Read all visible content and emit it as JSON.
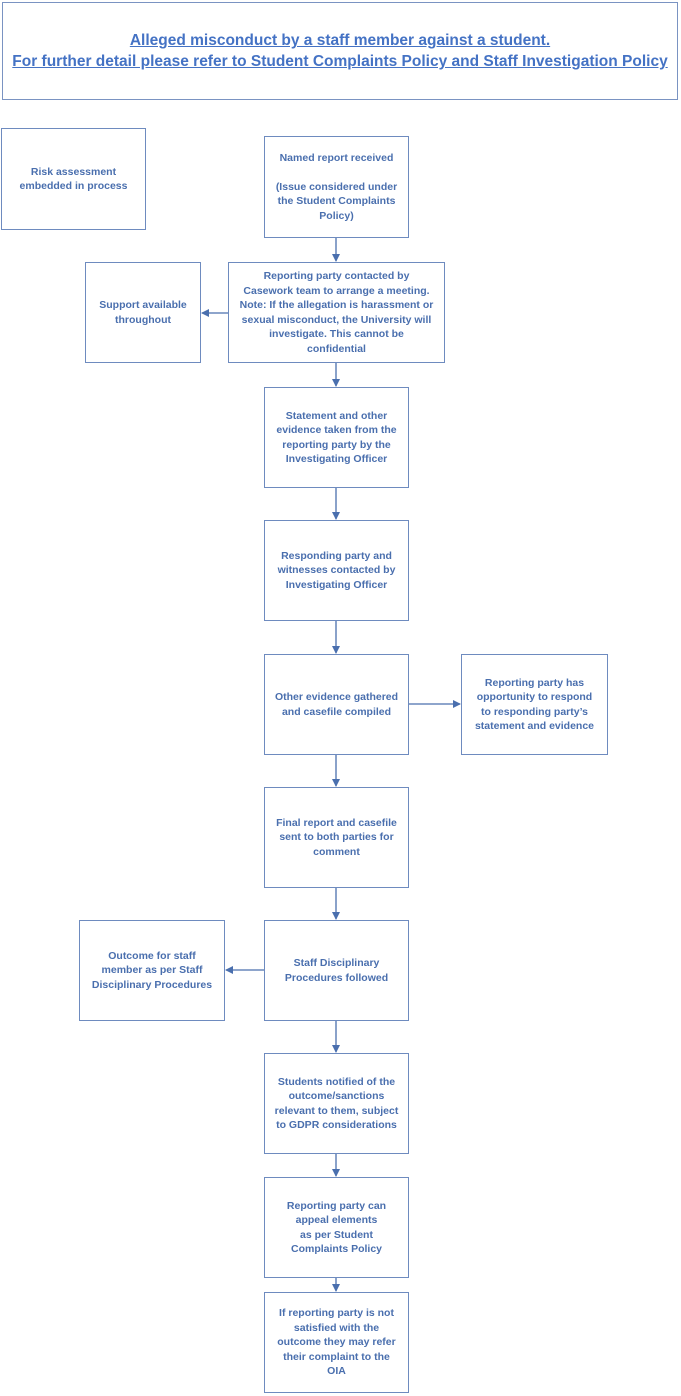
{
  "header": {
    "line1": "Alleged misconduct by a staff member against a student.",
    "line2": "For further detail please refer to Student Complaints Policy and Staff Investigation Policy"
  },
  "nodes": {
    "risk": "Risk assessment\nembedded in process",
    "named_report": "Named report received\n\n(Issue considered under\nthe Student Complaints\nPolicy)",
    "contacted": "Reporting party contacted by\nCasework team to arrange a meeting.\nNote: If the allegation is harassment or\nsexual misconduct, the University will\ninvestigate. This cannot be\nconfidential",
    "support": "Support available\nthroughout",
    "statement": "Statement and other\nevidence taken from the\nreporting party by the\nInvestigating Officer",
    "responding": "Responding party and\nwitnesses contacted by\nInvestigating Officer",
    "evidence": "Other evidence gathered\nand casefile compiled",
    "respond_opportunity": "Reporting party has\nopportunity to respond\nto responding party’s\nstatement and evidence",
    "final_report": "Final report and casefile\nsent to both parties for\ncomment",
    "disciplinary": "Staff Disciplinary\nProcedures followed",
    "outcome_staff": "Outcome for staff\nmember as per Staff\nDisciplinary Procedures",
    "notified": "Students notified of the\noutcome/sanctions\nrelevant to them, subject\nto GDPR considerations",
    "appeal": "Reporting party can\nappeal elements\nas per Student\nComplaints Policy",
    "oia": "If reporting party is not\nsatisfied with the\noutcome they may refer\ntheir complaint to the\nOIA"
  },
  "colors": {
    "accent": "#4472c4",
    "text": "#4a6fae",
    "border": "#6e8bbf",
    "connector": "#4a6fae"
  }
}
